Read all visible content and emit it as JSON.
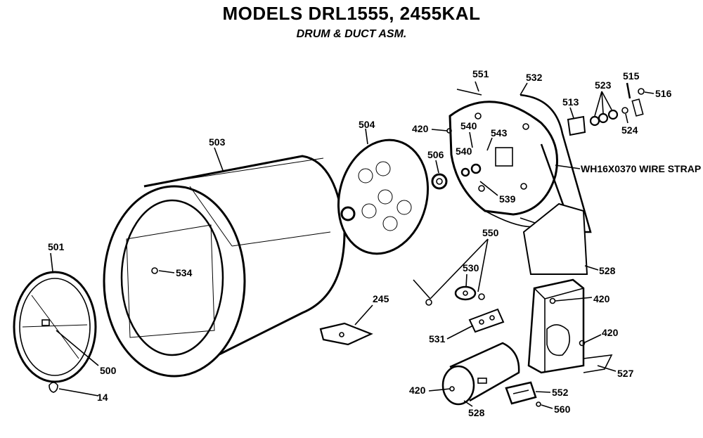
{
  "title": "MODELS DRL1555, 2455KAL",
  "subtitle": "DRUM & DUCT ASM.",
  "labels": {
    "p503": "503",
    "p504": "504",
    "p501": "501",
    "p534": "534",
    "p500": "500",
    "p14": "14",
    "p245": "245",
    "p420a": "420",
    "p420b": "420",
    "p420c": "420",
    "p420d": "420",
    "p506": "506",
    "p540a": "540",
    "p540b": "540",
    "p543": "543",
    "p539": "539",
    "p551": "551",
    "p532": "532",
    "p513": "513",
    "p523": "523",
    "p515": "515",
    "p516": "516",
    "p524": "524",
    "strap": "WH16X0370 WIRE STRAP",
    "p550": "550",
    "p530": "530",
    "p528a": "528",
    "p531": "531",
    "p527": "527",
    "p528b": "528",
    "p552": "552",
    "p560": "560"
  }
}
